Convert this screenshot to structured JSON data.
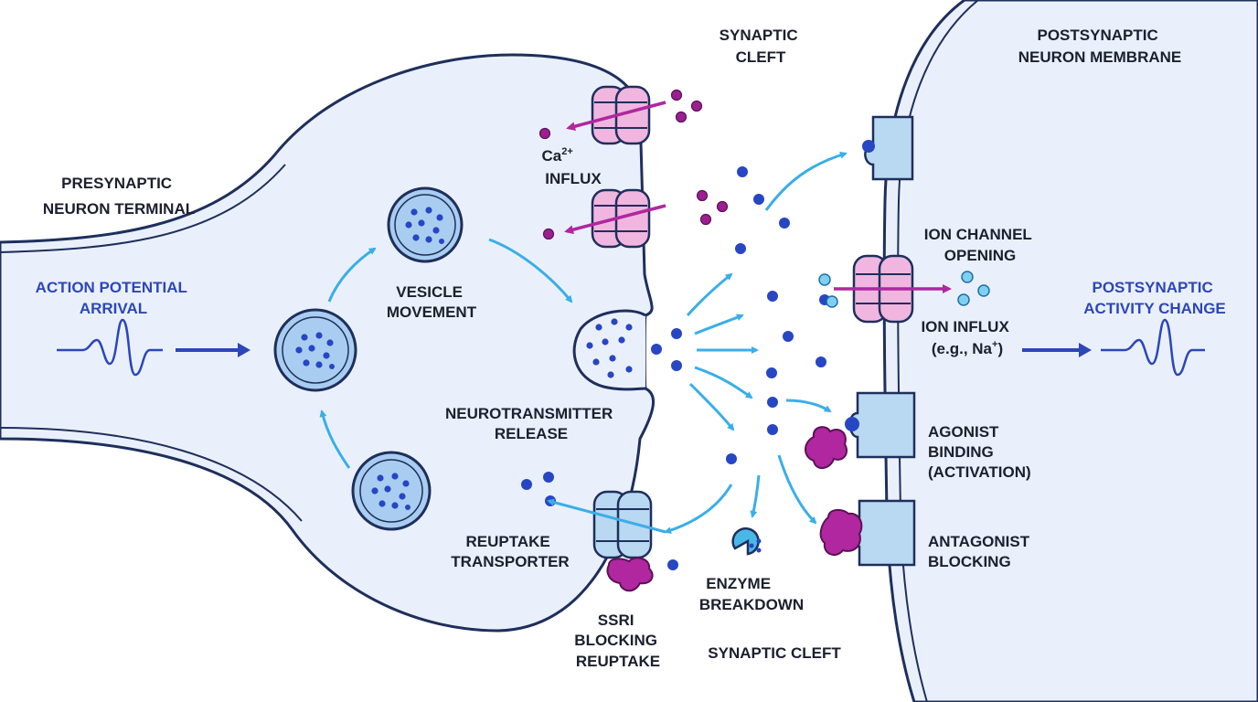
{
  "colors": {
    "background": "#ffffff",
    "cell_fill": "#eaf0fb",
    "membrane": "#1e2f5c",
    "vesicle": "#a9cdf0",
    "neurotransmitter": "#2746c4",
    "flow_arrow": "#3aaee8",
    "channel": "#f0b6e0",
    "ion_purple": "#9b1f90",
    "drug_magenta": "#b0279f",
    "signal_blue": "#2c47b8",
    "receptor": "#b9d8f2",
    "ion_cyan": "#4ab8e6"
  },
  "labels": {
    "presynaptic_line1": "PRESYNAPTIC",
    "presynaptic_line2": "NEURON TERMINAL",
    "action_line1": "ACTION POTENTIAL",
    "action_line2": "ARRIVAL",
    "vesicle_line1": "VESICLE",
    "vesicle_line2": "MOVEMENT",
    "release_line1": "NEUROTRANSMITTER",
    "release_line2": "RELEASE",
    "reuptake_line1": "REUPTAKE",
    "reuptake_line2": "TRANSPORTER",
    "ssri_line1": "SSRI",
    "ssri_line2": "BLOCKING",
    "ssri_line3": "REUPTAKE",
    "cleft_top_line1": "SYNAPTIC",
    "cleft_top_line2": "CLEFT",
    "ca_base": "Ca",
    "ca_sup": "2+",
    "ca_line2": "INFLUX",
    "enzyme_line1": "ENZYME",
    "enzyme_line2": "BREAKDOWN",
    "cleft_bottom": "SYNAPTIC CLEFT",
    "post_membrane_line1": "POSTSYNAPTIC",
    "post_membrane_line2": "NEURON MEMBRANE",
    "ion_channel_line1": "ION CHANNEL",
    "ion_channel_line2": "OPENING",
    "ion_influx_line1": "ION INFLUX",
    "ion_influx_pre": "(e.g., Na",
    "ion_influx_sup": "+",
    "ion_influx_post": ")",
    "post_activity_line1": "POSTSYNAPTIC",
    "post_activity_line2": "ACTIVITY CHANGE",
    "agonist_line1": "AGONIST",
    "agonist_line2": "BINDING",
    "agonist_line3": "(ACTIVATION)",
    "antagonist_line1": "ANTAGONIST",
    "antagonist_line2": "BLOCKING"
  }
}
